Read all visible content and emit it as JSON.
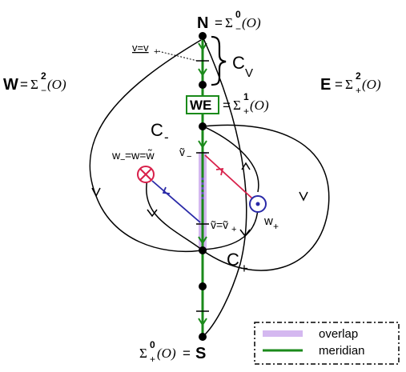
{
  "nodes": {
    "north": {
      "letter": "N",
      "eq": "=",
      "sigma": "Σ",
      "sup": "0",
      "sub": "−",
      "arg": "(O)"
    },
    "south": {
      "letter": "S",
      "eq": "=",
      "sigma": "Σ",
      "sup": "0",
      "sub": "+",
      "arg": "(O)"
    },
    "west": {
      "letter": "W",
      "eq": "=",
      "sigma": "Σ",
      "sup": "2",
      "sub": "−",
      "arg": "(O)"
    },
    "east": {
      "letter": "E",
      "eq": "=",
      "sigma": "Σ",
      "sup": "2",
      "sub": "+",
      "arg": "(O)"
    },
    "we": {
      "letter": "WE",
      "eq": "=",
      "sigma": "Σ",
      "sup": "1",
      "sub": "+",
      "arg": "(O)"
    }
  },
  "labels": {
    "v_eq_v_plus": "v=v",
    "v_plus_sub": "+",
    "c_v": "C",
    "c_v_sub": "V",
    "c_minus": "C",
    "c_minus_sub": "-",
    "c_plus": "C",
    "c_plus_sub": "+",
    "v_tilde_minus": "ṽ",
    "v_tilde_minus_sub": "−",
    "w_minus_eq": "w",
    "w_minus_sub": "−",
    "w_minus_rest": "=w=w̃",
    "v_tilde_eq": "ṽ=ṽ",
    "v_tilde_eq_sub": "+",
    "w_plus": "w",
    "w_plus_sub": "+"
  },
  "legend": {
    "items": [
      {
        "label": "overlap",
        "color": "#d4b8f0"
      },
      {
        "label": "meridian",
        "color": "#1a8a1a"
      }
    ]
  },
  "colors": {
    "meridian": "#1a8a1a",
    "overlap": "#d4b8f0",
    "red_orbit": "#d8204a",
    "blue_orbit": "#2a2aa8",
    "red_node": "#d8204a",
    "blue_node": "#2a2aa8"
  }
}
